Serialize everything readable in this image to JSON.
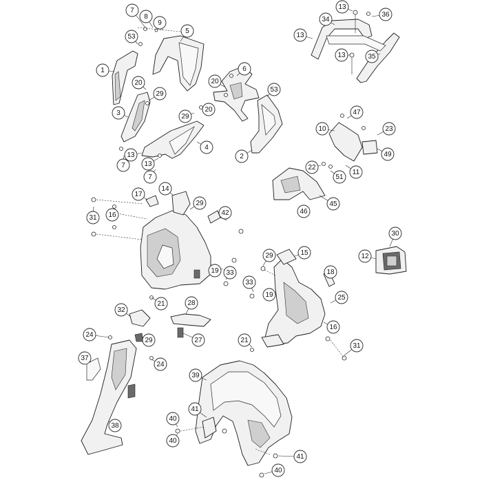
{
  "diagram": {
    "colors": {
      "line": "#1a1a1a",
      "fill": "#f1f1f1",
      "shade": "#cfcfcf",
      "background": "#ffffff"
    },
    "callouts": [
      {
        "id": "c-7-top",
        "label": "7"
      },
      {
        "id": "c-8",
        "label": "8"
      },
      {
        "id": "c-9",
        "label": "9"
      },
      {
        "id": "c-5",
        "label": "5"
      },
      {
        "id": "c-53-left",
        "label": "53"
      },
      {
        "id": "c-1",
        "label": "1"
      },
      {
        "id": "c-20-a",
        "label": "20"
      },
      {
        "id": "c-29-a",
        "label": "29"
      },
      {
        "id": "c-3",
        "label": "3"
      },
      {
        "id": "c-29-b",
        "label": "29"
      },
      {
        "id": "c-20-b",
        "label": "20"
      },
      {
        "id": "c-6",
        "label": "6"
      },
      {
        "id": "c-20-c",
        "label": "20"
      },
      {
        "id": "c-53-right",
        "label": "53"
      },
      {
        "id": "c-13-a",
        "label": "13"
      },
      {
        "id": "c-7-mid",
        "label": "7"
      },
      {
        "id": "c-13-b",
        "label": "13"
      },
      {
        "id": "c-7-low",
        "label": "7"
      },
      {
        "id": "c-4",
        "label": "4"
      },
      {
        "id": "c-2",
        "label": "2"
      },
      {
        "id": "c-13-c",
        "label": "13"
      },
      {
        "id": "c-34",
        "label": "34"
      },
      {
        "id": "c-36",
        "label": "36"
      },
      {
        "id": "c-13-d",
        "label": "13"
      },
      {
        "id": "c-13-e",
        "label": "13"
      },
      {
        "id": "c-35",
        "label": "35"
      },
      {
        "id": "c-47",
        "label": "47"
      },
      {
        "id": "c-10",
        "label": "10"
      },
      {
        "id": "c-23",
        "label": "23"
      },
      {
        "id": "c-49",
        "label": "49"
      },
      {
        "id": "c-22",
        "label": "22"
      },
      {
        "id": "c-11",
        "label": "11"
      },
      {
        "id": "c-51",
        "label": "51"
      },
      {
        "id": "c-45",
        "label": "45"
      },
      {
        "id": "c-46",
        "label": "46"
      },
      {
        "id": "c-17",
        "label": "17"
      },
      {
        "id": "c-14",
        "label": "14"
      },
      {
        "id": "c-29-c",
        "label": "29"
      },
      {
        "id": "c-42",
        "label": "42"
      },
      {
        "id": "c-31-left",
        "label": "31"
      },
      {
        "id": "c-16-left",
        "label": "16"
      },
      {
        "id": "c-19-left",
        "label": "19"
      },
      {
        "id": "c-33-left",
        "label": "33"
      },
      {
        "id": "c-21-left",
        "label": "21"
      },
      {
        "id": "c-30",
        "label": "30"
      },
      {
        "id": "c-12",
        "label": "12"
      },
      {
        "id": "c-29-d",
        "label": "29"
      },
      {
        "id": "c-15",
        "label": "15"
      },
      {
        "id": "c-18",
        "label": "18"
      },
      {
        "id": "c-33-right",
        "label": "33"
      },
      {
        "id": "c-19-right",
        "label": "19"
      },
      {
        "id": "c-25",
        "label": "25"
      },
      {
        "id": "c-16-right",
        "label": "16"
      },
      {
        "id": "c-21-right",
        "label": "21"
      },
      {
        "id": "c-31-right",
        "label": "31"
      },
      {
        "id": "c-32",
        "label": "32"
      },
      {
        "id": "c-28",
        "label": "28"
      },
      {
        "id": "c-24-a",
        "label": "24"
      },
      {
        "id": "c-29-e",
        "label": "29"
      },
      {
        "id": "c-27",
        "label": "27"
      },
      {
        "id": "c-37",
        "label": "37"
      },
      {
        "id": "c-24-b",
        "label": "24"
      },
      {
        "id": "c-38",
        "label": "38"
      },
      {
        "id": "c-39",
        "label": "39"
      },
      {
        "id": "c-41-a",
        "label": "41"
      },
      {
        "id": "c-40-a",
        "label": "40"
      },
      {
        "id": "c-40-b",
        "label": "40"
      },
      {
        "id": "c-41-b",
        "label": "41"
      },
      {
        "id": "c-40-c",
        "label": "40"
      }
    ]
  }
}
